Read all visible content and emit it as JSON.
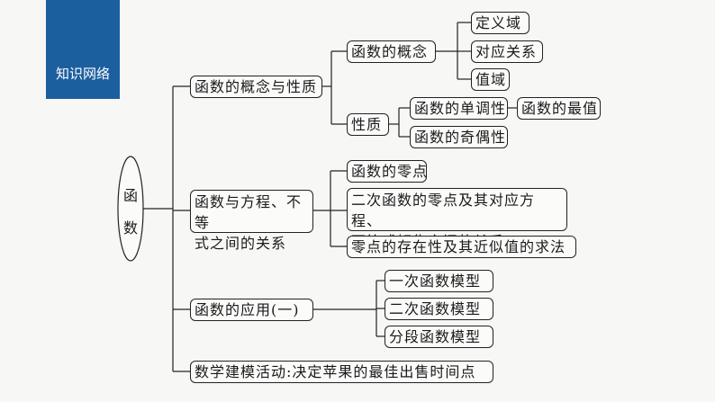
{
  "header": {
    "title": "知识网络",
    "color": "#1c5f9f"
  },
  "root": {
    "chars": [
      "函",
      "数"
    ]
  },
  "level1": [
    {
      "label": "函数的概念与性质",
      "children": [
        {
          "label": "函数的概念",
          "children": [
            "定义域",
            "对应关系",
            "值域"
          ]
        },
        {
          "label": "性质",
          "children": [
            {
              "label": "函数的单调性",
              "next": "函数的最值"
            },
            {
              "label": "函数的奇偶性"
            }
          ]
        }
      ]
    },
    {
      "label_line1": "函数与方程、不等",
      "label_line2": "式之间的关系",
      "children": [
        "函数的零点",
        {
          "line1": "二次函数的零点及其对应方程、",
          "line2": "不等式解集之间的关系"
        },
        "零点的存在性及其近似值的求法"
      ]
    },
    {
      "label": "函数的应用(一)",
      "children": [
        "一次函数模型",
        "二次函数模型",
        "分段函数模型"
      ]
    },
    {
      "label": "数学建模活动:决定苹果的最佳出售时间点"
    }
  ]
}
